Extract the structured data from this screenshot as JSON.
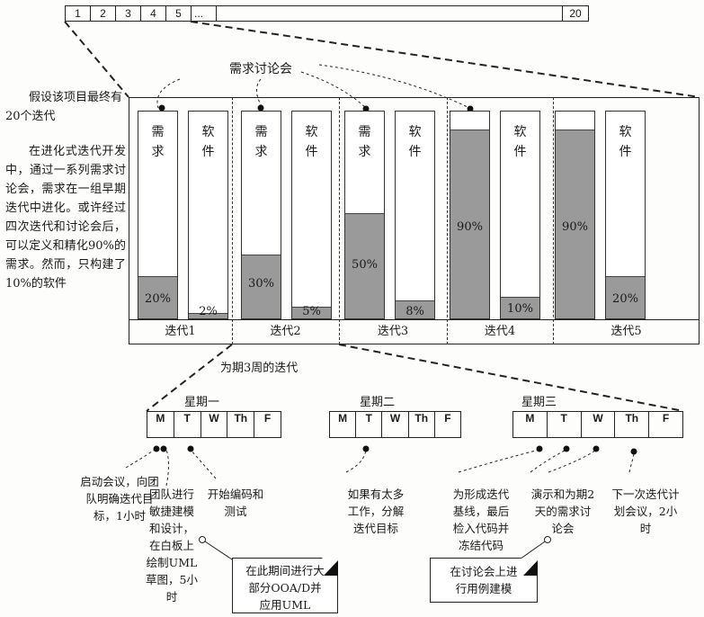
{
  "timeline": {
    "cells": [
      "1",
      "2",
      "3",
      "4",
      "5",
      "..."
    ],
    "last": "20"
  },
  "left_text": {
    "p1": "假设该项目最终有20个迭代",
    "p2": "在进化式迭代开发中，通过一系列需求讨论会，需求在一组早期迭代中进化。或许经过四次迭代和讨论会后，可以定义和精化90%的需求。然而，只构建了10%的软件"
  },
  "workshop_label": "需求讨论会",
  "bar_labels": {
    "req": "需求",
    "soft": "软件"
  },
  "iterations": [
    {
      "label": "迭代1",
      "req": 20,
      "soft": 2,
      "req_text": "20%",
      "soft_text": "2%"
    },
    {
      "label": "迭代2",
      "req": 30,
      "soft": 5,
      "req_text": "30%",
      "soft_text": "5%"
    },
    {
      "label": "迭代3",
      "req": 50,
      "soft": 8,
      "req_text": "50%",
      "soft_text": "8%"
    },
    {
      "label": "迭代4",
      "req": 90,
      "soft": 10,
      "req_text": "90%",
      "soft_text": "10%"
    },
    {
      "label": "迭代5",
      "req": 90,
      "soft": 20,
      "req_text": "90%",
      "soft_text": "20%"
    }
  ],
  "three_week_label": "为期3周的迭代",
  "weeks": [
    {
      "label": "星期一",
      "days": [
        "M",
        "T",
        "W",
        "Th",
        "F"
      ]
    },
    {
      "label": "星期二",
      "days": [
        "M",
        "T",
        "W",
        "Th",
        "F"
      ]
    },
    {
      "label": "星期三",
      "days": [
        "M",
        "T",
        "W",
        "Th",
        "F"
      ]
    }
  ],
  "notes": {
    "kickoff": "启动会议，向团队明确迭代目标，1小时",
    "modeling": "团队进行敏捷建模和设计，在白板上绘制UML草图，5小时",
    "coding": "开始编码和测试",
    "descope": "如果有太多工作，分解迭代目标",
    "baseline": "为形成迭代基线，最后检入代码并冻结代码",
    "demo": "演示和为期2天的需求讨论会",
    "next": "下一次迭代计划会议，2小时",
    "ooad": "在此期间进行大部分OOA/D并应用UML",
    "usecase": "在讨论会上进行用例建模"
  },
  "colors": {
    "fill": "#9a9a9a",
    "line": "#222222"
  }
}
